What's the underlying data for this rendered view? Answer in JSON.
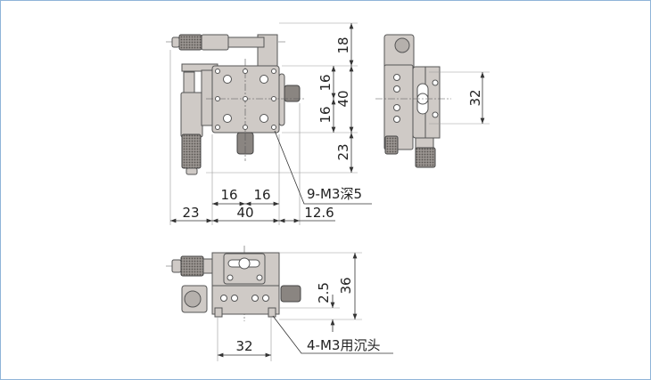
{
  "top_view": {
    "dims_right": {
      "top": "18",
      "middle": "40",
      "bottom": "23",
      "inner_upper": "16",
      "inner_lower": "16"
    },
    "dims_bottom": {
      "inner_left": "16",
      "inner_right": "16",
      "left": "23",
      "middle": "40",
      "right": "12.6"
    },
    "callout": "9-M3深5"
  },
  "side_view": {
    "dim": "32"
  },
  "front_view": {
    "height": "36",
    "offset": "2.5",
    "width": "32",
    "callout": "4-M3用沉头"
  }
}
